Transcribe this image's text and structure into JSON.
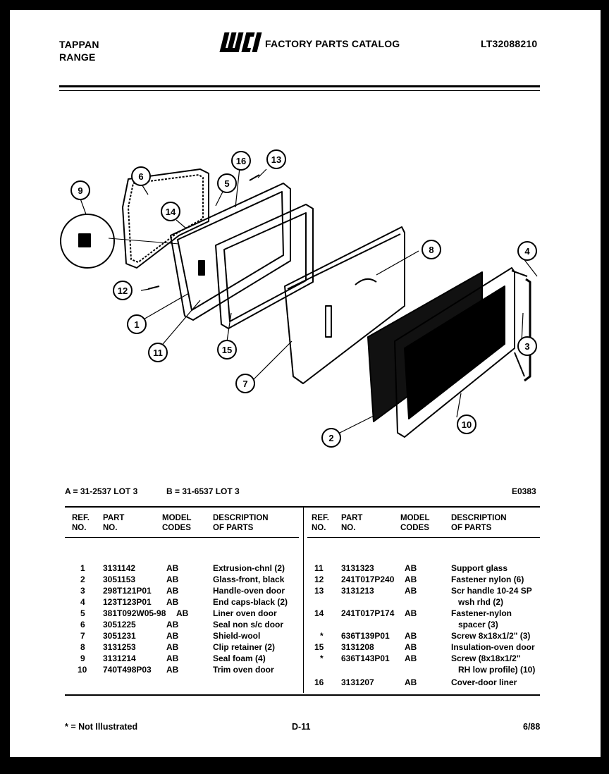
{
  "header": {
    "brand_line1": "TAPPAN",
    "brand_line2": "RANGE",
    "logo_text": "WCI",
    "catalog_title": "FACTORY PARTS CATALOG",
    "model_number": "LT32088210"
  },
  "diagram": {
    "callouts": [
      "1",
      "2",
      "3",
      "4",
      "5",
      "6",
      "7",
      "8",
      "9",
      "10",
      "11",
      "12",
      "13",
      "14",
      "15",
      "16"
    ]
  },
  "lots": {
    "a": "A = 31-2537 LOT 3",
    "b": "B = 31-6537 LOT 3",
    "code": "E0383"
  },
  "table": {
    "headers": {
      "ref_line1": "REF.",
      "ref_line2": "NO.",
      "part_line1": "PART",
      "part_line2": "NO.",
      "model_line1": "MODEL",
      "model_line2": "CODES",
      "desc_line1": "DESCRIPTION",
      "desc_line2": "OF PARTS"
    },
    "left_rows": [
      {
        "ref": "1",
        "part": "3131142",
        "model": "AB",
        "desc": "Extrusion-chnl (2)"
      },
      {
        "ref": "2",
        "part": "3051153",
        "model": "AB",
        "desc": "Glass-front, black"
      },
      {
        "ref": "3",
        "part": "298T121P01",
        "model": "AB",
        "desc": "Handle-oven door"
      },
      {
        "ref": "4",
        "part": "123T123P01",
        "model": "AB",
        "desc": "End caps-black (2)"
      },
      {
        "ref": "5",
        "part": "381T092W05-98",
        "model": "AB",
        "desc": "Liner oven door"
      },
      {
        "ref": "6",
        "part": "3051225",
        "model": "AB",
        "desc": "Seal non s/c door"
      },
      {
        "ref": "7",
        "part": "3051231",
        "model": "AB",
        "desc": "Shield-wool"
      },
      {
        "ref": "8",
        "part": "3131253",
        "model": "AB",
        "desc": "Clip retainer (2)"
      },
      {
        "ref": "9",
        "part": "3131214",
        "model": "AB",
        "desc": "Seal foam (4)"
      },
      {
        "ref": "10",
        "part": "740T498P03",
        "model": "AB",
        "desc": "Trim oven door"
      }
    ],
    "right_rows": [
      {
        "ref": "11",
        "part": "3131323",
        "model": "AB",
        "desc": "Support glass",
        "desc2": ""
      },
      {
        "ref": "12",
        "part": "241T017P240",
        "model": "AB",
        "desc": "Fastener nylon (6)",
        "desc2": ""
      },
      {
        "ref": "13",
        "part": "3131213",
        "model": "AB",
        "desc": "Scr handle 10-24 SP",
        "desc2": "wsh rhd (2)"
      },
      {
        "ref": "14",
        "part": "241T017P174",
        "model": "AB",
        "desc": "Fastener-nylon",
        "desc2": "spacer (3)"
      },
      {
        "ref": "*",
        "part": "636T139P01",
        "model": "AB",
        "desc": "Screw 8x18x1/2\" (3)",
        "desc2": ""
      },
      {
        "ref": "15",
        "part": "3131208",
        "model": "AB",
        "desc": "Insulation-oven door",
        "desc2": ""
      },
      {
        "ref": "*",
        "part": "636T143P01",
        "model": "AB",
        "desc": "Screw (8x18x1/2\"",
        "desc2": "RH low profile) (10)"
      },
      {
        "ref": "16",
        "part": "3131207",
        "model": "AB",
        "desc": "Cover-door liner",
        "desc2": ""
      }
    ]
  },
  "footer": {
    "note": "* = Not Illustrated",
    "page": "D-11",
    "date": "6/88"
  }
}
